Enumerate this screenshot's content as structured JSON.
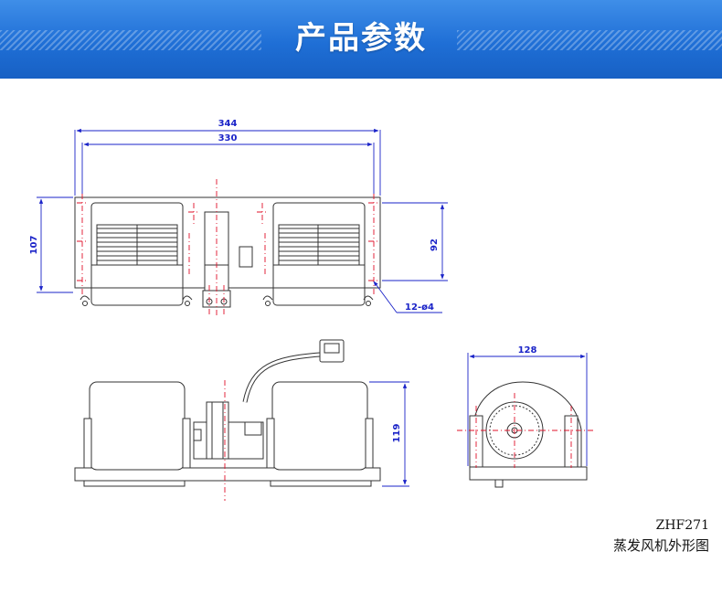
{
  "banner": {
    "title": "产品参数",
    "colors": {
      "top": "#3f8ee8",
      "bottom": "#1760c4"
    }
  },
  "drawing": {
    "front_view": {
      "width_overall": "344",
      "width_mount": "330",
      "height_overall": "107",
      "height_mount": "92",
      "holes_callout": "12-ø4"
    },
    "side_view": {
      "height": "119"
    },
    "end_view": {
      "width": "128"
    },
    "colors": {
      "dimension": "#1a23c8",
      "centerline": "#e0102a",
      "outline": "#333333"
    }
  },
  "caption": {
    "model": "ZHF271",
    "name": "蒸发风机外形图"
  }
}
